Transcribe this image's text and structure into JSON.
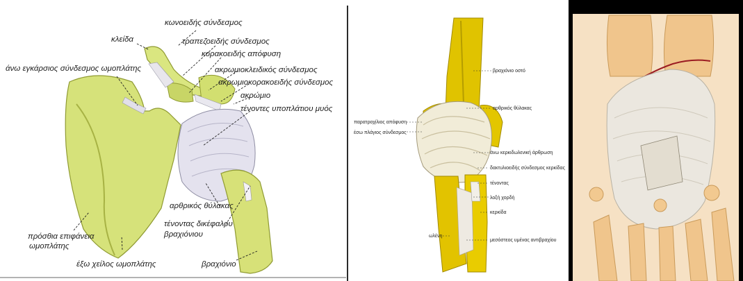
{
  "shoulder": {
    "labels": {
      "conoid": "κωνοειδής σύνδεσμος",
      "clavicle": "κλείδα",
      "trapezoid": "τραπεζοειδής σύνδεσμος",
      "coracoid": "κορακοειδής απόφυση",
      "transverse": "άνω εγκάρσιος σύνδεσμος ωμοπλάτης",
      "acromioclavicular": "ακρωμιοκλειδικός σύνδεσμος",
      "coracoacromial": "ακρωμιοκορακοειδής σύνδεσμος",
      "acromion": "ακρώμιο",
      "subscapularis": "τένοντες υποπλάτιου μυός",
      "capsule": "αρθρικός θύλακας",
      "biceps_line1": "τένοντας δικέφαλου",
      "biceps_line2": "βραχιόνιου",
      "front_line1": "πρόσθια επιφάνεια",
      "front_line2": "ωμοπλάτης",
      "lateral_border": "έξω χείλος ωμοπλάτης",
      "humerus": "βραχιόνιο"
    }
  },
  "elbow": {
    "labels": {
      "humerus_bone": "βραχιόνιο οστό",
      "capsule": "αρθρικός θύλακας",
      "epicondyle": "παρατροχίλιος απόφυση",
      "collateral": "έσω πλάγιος σύνδεσμος",
      "radioulnar": "άνω κερκιδωλενική άρθρωση",
      "annular": "δακτυλιοειδής σύνδεσμος κερκίδας",
      "tendon": "τένοντας",
      "oblique": "λοξή χορδή",
      "radius": "κερκίδα",
      "ulna": "ωλένη",
      "interosseous": "μεσόστεος υμένας αντιβραχίου"
    }
  },
  "wrist": {
    "colors": {
      "background": "#f7e3c7",
      "bone": "#f2c990",
      "ligament": "#ece8e0",
      "line": "#9b1b22"
    }
  }
}
